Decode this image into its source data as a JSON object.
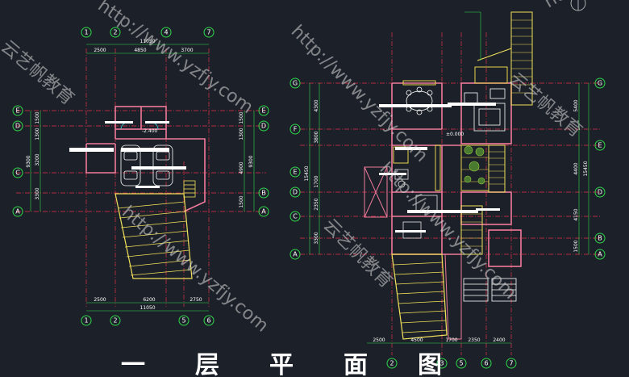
{
  "drawing": {
    "left_plan": {
      "top_axes": [
        "1",
        "2",
        "4",
        "7"
      ],
      "bottom_axes": [
        "1",
        "2",
        "5",
        "6"
      ],
      "left_axes": [
        "E",
        "D",
        "C",
        "A"
      ],
      "right_axes": [
        "E",
        "D",
        "B",
        "A"
      ],
      "top_total": "11050",
      "top_dims": [
        "2500",
        "4850",
        "3700"
      ],
      "bottom_dims": [
        "2500",
        "6200",
        "2750"
      ],
      "bottom_total": "11050",
      "left_dims": [
        "1500",
        "1300",
        "3200",
        "3300"
      ],
      "left_total": "9300",
      "right_dims": [
        "1500",
        "1300",
        "4900",
        "1500"
      ],
      "right_total": "9300",
      "level_label": "-2.400"
    },
    "right_plan": {
      "left_axes": [
        "G",
        "F",
        "E",
        "D",
        "C",
        "A"
      ],
      "right_axes": [
        "G",
        "E",
        "D",
        "B",
        "A"
      ],
      "bottom_axes": [
        "2",
        "3",
        "5",
        "6",
        "7"
      ],
      "left_dims": [
        "4300",
        "3800",
        "1700",
        "2350",
        "3300"
      ],
      "left_total": "15450",
      "right_dims": [
        "5400",
        "4400",
        "4150",
        "1500"
      ],
      "right_total": "15450",
      "bottom_dims": [
        "2500",
        "4500",
        "1700",
        "2350",
        "2400"
      ],
      "level_label": "±0.000"
    },
    "title_text": "一层平面图"
  },
  "watermarks": [
    "http://www.yzfjy.com",
    "云艺帆教育"
  ],
  "colors": {
    "background": "#1c2129",
    "axis_green": "#2fd64a",
    "grid_red": "#e0304a",
    "wall_pink": "#f07a9a",
    "furniture_yellow": "#e8d24a",
    "dim_white": "#ffffff",
    "stair_yellow": "#f1e05a"
  }
}
